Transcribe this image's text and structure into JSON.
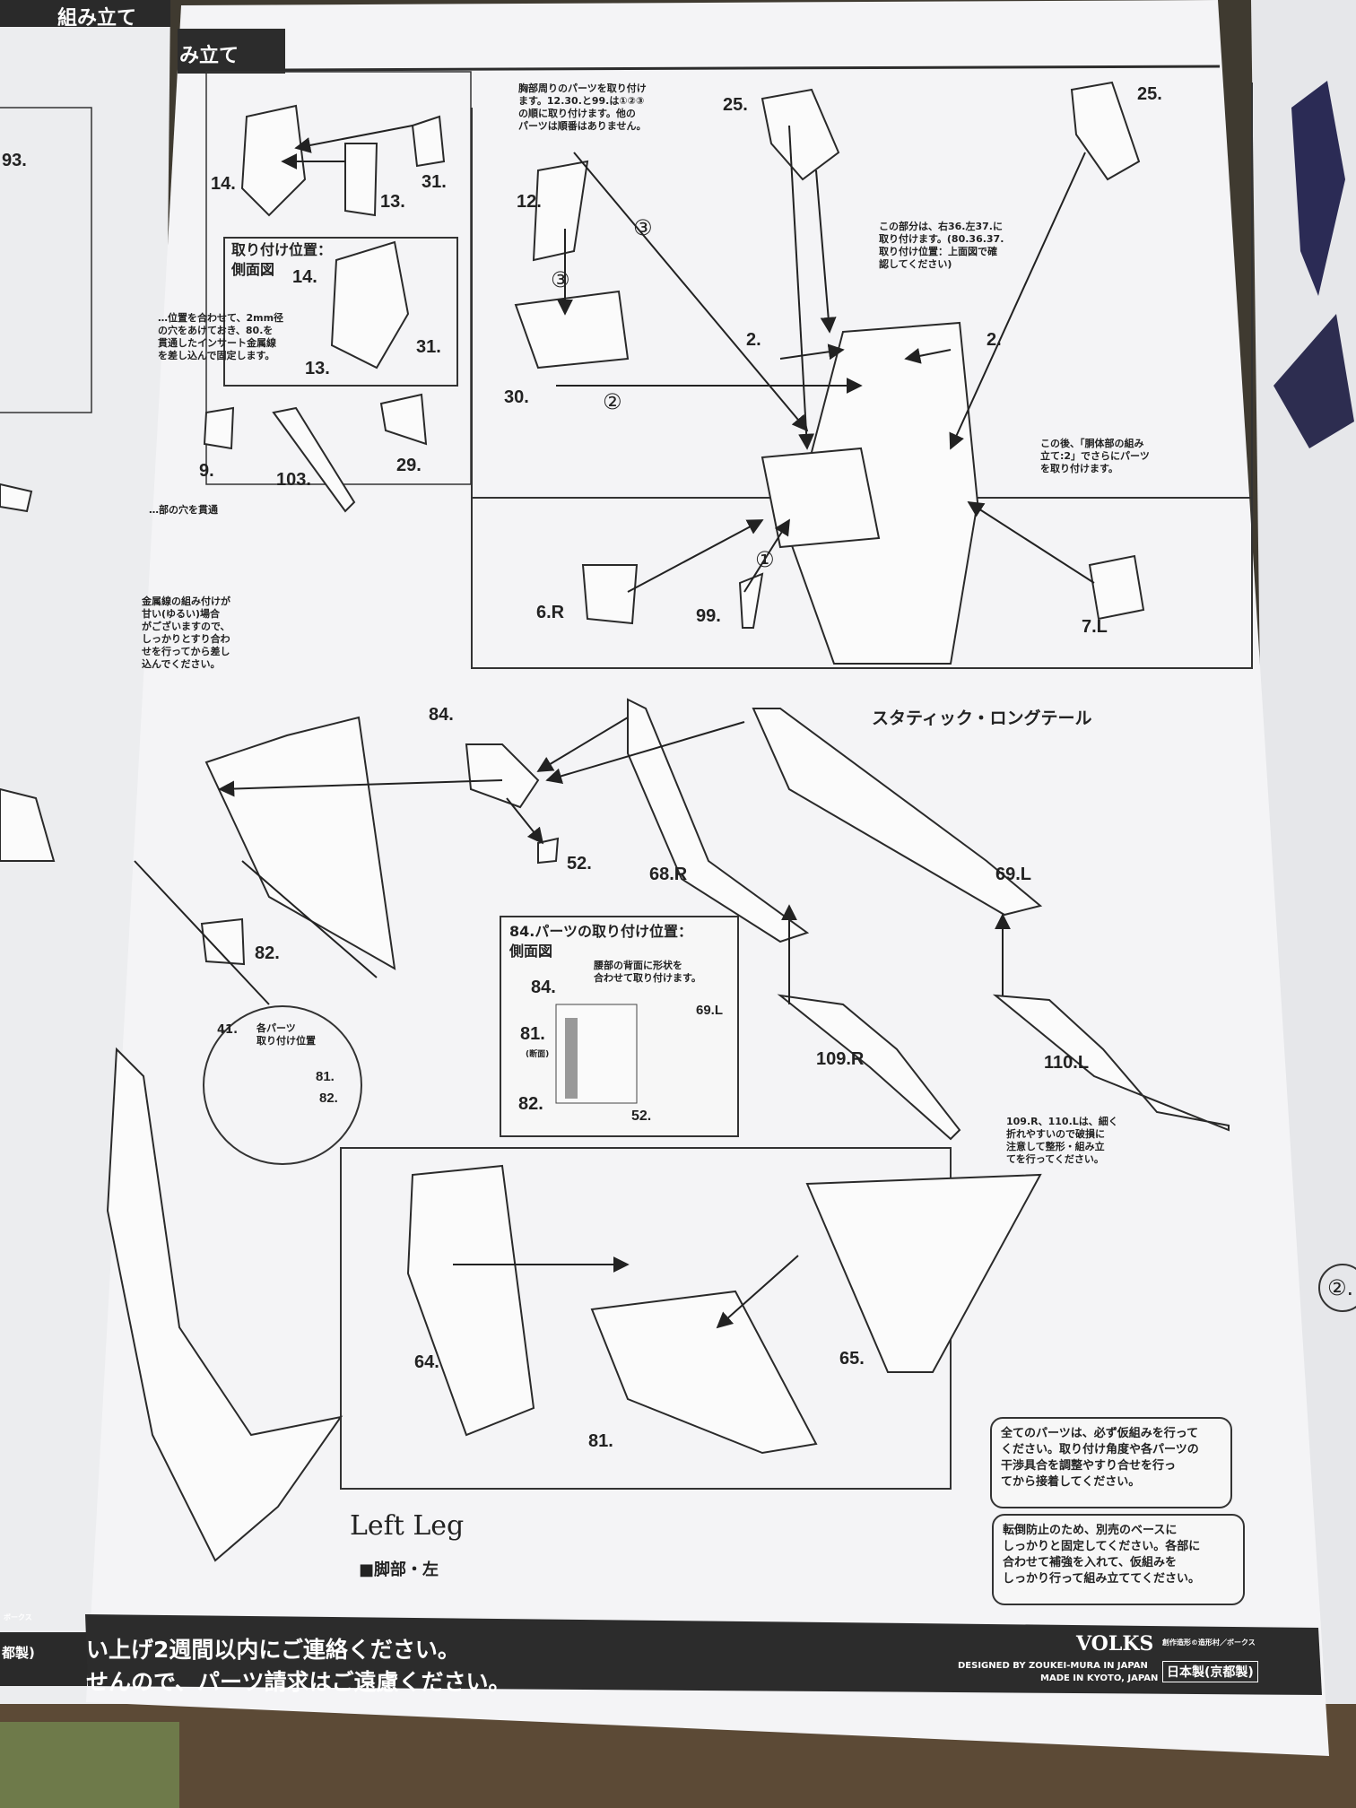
{
  "header": {
    "tab": "み立て",
    "left_tab": "組み立て"
  },
  "notes": {
    "chest": "胸部周りのパーツを取り付け\nます。12.30.と99.は①②③\nの順に取り付けます。他の\nパーツは順番はありません。",
    "this_part": "この部分は、右36.左37.に\n取り付けます。(80.36.37.\n取り付け位置：上面図で確\n認してください)",
    "after": "この後、「胴体部の組み\n立て:2」でさらにパーツ\nを取り付けます。",
    "pin": "…位置を合わせて、2mm径\nの穴をあけておき、80.を\n貫通したインサート金属線\nを差し込んで固定します。",
    "hole": "…部の穴を貫通",
    "metal": "金属線の組み付けが\n甘い(ゆるい)場合\nがございますので、\nしっかりとすり合わ\nせを行ってから差し\n込んでください。",
    "waist": "腰部の背面に形状を\n合わせて取り付けます。",
    "fragile": "109.R、110.Lは、細く\n折れやすいので破損に\n注意して整形・組み立\nてを行ってください。"
  },
  "side_view": {
    "title": "取り付け位置：\n側面図"
  },
  "inset_84": {
    "title": "84.パーツの取り付け位置：\n側面図",
    "cross_section": "(断面)"
  },
  "circle_41": {
    "title": "41.",
    "caption": "各パーツ\n取り付け位置"
  },
  "static_tail": "スタティック・ロングテール",
  "left_leg": {
    "en": "Left Leg",
    "jp": "■脚部・左"
  },
  "info_boxes": [
    "全てのパーツは、必ず仮組みを行って\nください。取り付け角度や各パーツの\n干渉具合を調整やすり合せを行っ\nてから接着してください。",
    "転倒防止のため、別売のベースに\nしっかりと固定してください。各部に\n合わせて補強を入れて、仮組みを\nしっかり行って組み立ててください。"
  ],
  "footer": {
    "line1": "い上げ2週間以内にご連絡ください。",
    "line2": "せんので、パーツ請求はご遠慮ください。",
    "brand": "VOLKS",
    "brand_sub": "創作造形©造形村／ボークス",
    "designed": "DESIGNED BY ZOUKEI-MURA IN JAPAN",
    "made": "MADE IN KYOTO, JAPAN",
    "made_jp": "日本製(京都製)",
    "left_fragment": "都製)",
    "left_tiny": "ボークス"
  },
  "parts": {
    "p93": "93.",
    "p14a": "14.",
    "p13a": "13.",
    "p31a": "31.",
    "p14b": "14.",
    "p31b": "31.",
    "p13b": "13.",
    "p9": "9.",
    "p103": "103.",
    "p29": "29.",
    "p12": "12.",
    "p30": "30.",
    "p25a": "25.",
    "p25b": "25.",
    "p2a": "2.",
    "p2b": "2.",
    "p6R": "6.R",
    "p99": "99.",
    "p7L": "7.L",
    "p84": "84.",
    "p52": "52.",
    "p68R": "68.R",
    "p69L": "69.L",
    "p82": "82.",
    "p84b": "84.",
    "p81": "81.",
    "p69Lb": "69.L",
    "p82b": "82.",
    "p52b": "52.",
    "p109R": "109.R",
    "p110L": "110.L",
    "p81c": "81.",
    "p82c": "82.",
    "p64": "64.",
    "p65": "65.",
    "p81d": "81."
  },
  "steps": {
    "s1": "①",
    "s2": "②",
    "s3": "③",
    "s3b": "③"
  },
  "right_page": {
    "circle": "②."
  }
}
